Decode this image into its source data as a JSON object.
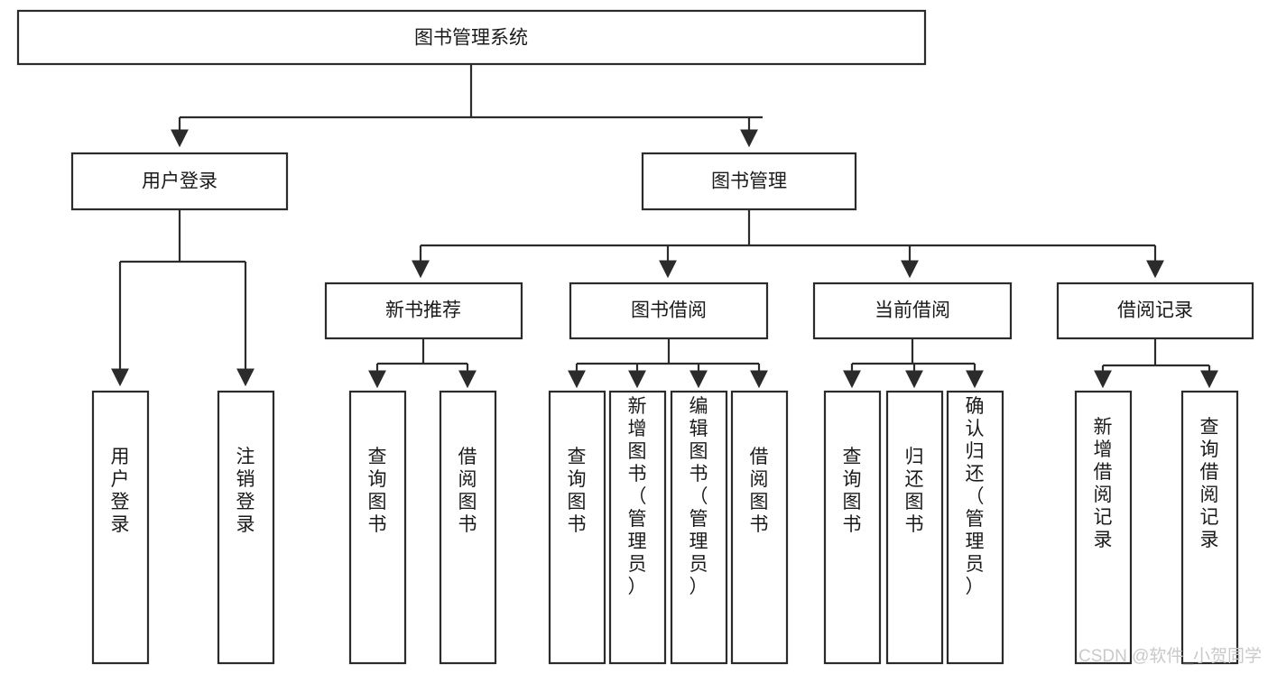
{
  "diagram": {
    "title": "图书管理系统",
    "type": "tree-hierarchy-chart",
    "root": {
      "id": "root",
      "label": "图书管理系统",
      "orientation": "horizontal"
    },
    "level2": [
      {
        "id": "user-login",
        "label": "用户登录",
        "orientation": "horizontal"
      },
      {
        "id": "book-manage",
        "label": "图书管理",
        "orientation": "horizontal"
      }
    ],
    "level3": [
      {
        "id": "new-book-recommend",
        "label": "新书推荐",
        "parent": "book-manage",
        "orientation": "horizontal"
      },
      {
        "id": "book-borrow",
        "label": "图书借阅",
        "parent": "book-manage",
        "orientation": "horizontal"
      },
      {
        "id": "current-borrow",
        "label": "当前借阅",
        "parent": "book-manage",
        "orientation": "horizontal"
      },
      {
        "id": "borrow-record",
        "label": "借阅记录",
        "parent": "book-manage",
        "orientation": "horizontal"
      }
    ],
    "leaves": [
      {
        "id": "leaf-user-login",
        "label": "用户登录",
        "parent": "user-login",
        "orientation": "vertical"
      },
      {
        "id": "leaf-user-logout",
        "label": "注销登录",
        "parent": "user-login",
        "orientation": "vertical"
      },
      {
        "id": "leaf-query-book-1",
        "label": "查询图书",
        "parent": "new-book-recommend",
        "orientation": "vertical"
      },
      {
        "id": "leaf-borrow-book-1",
        "label": "借阅图书",
        "parent": "new-book-recommend",
        "orientation": "vertical"
      },
      {
        "id": "leaf-query-book-2",
        "label": "查询图书",
        "parent": "book-borrow",
        "orientation": "vertical"
      },
      {
        "id": "leaf-add-book",
        "label": "新增图书（管理员）",
        "parent": "book-borrow",
        "orientation": "vertical"
      },
      {
        "id": "leaf-edit-book",
        "label": "编辑图书（管理员）",
        "parent": "book-borrow",
        "orientation": "vertical"
      },
      {
        "id": "leaf-borrow-book-2",
        "label": "借阅图书",
        "parent": "book-borrow",
        "orientation": "vertical"
      },
      {
        "id": "leaf-query-book-3",
        "label": "查询图书",
        "parent": "current-borrow",
        "orientation": "vertical"
      },
      {
        "id": "leaf-return-book",
        "label": "归还图书",
        "parent": "current-borrow",
        "orientation": "vertical"
      },
      {
        "id": "leaf-confirm-return",
        "label": "确认归还（管理员）",
        "parent": "current-borrow",
        "orientation": "vertical"
      },
      {
        "id": "leaf-add-record",
        "label": "新增借阅记录",
        "parent": "borrow-record",
        "orientation": "vertical"
      },
      {
        "id": "leaf-query-record",
        "label": "查询借阅记录",
        "parent": "borrow-record",
        "orientation": "vertical"
      }
    ]
  },
  "watermark": {
    "text": "CSDN @软件_小贺同学"
  },
  "colors": {
    "stroke": "#2b2b2b",
    "fill": "#ffffff",
    "text": "#1a1a1a",
    "watermark": "#c9c9c9",
    "background": "#ffffff"
  }
}
